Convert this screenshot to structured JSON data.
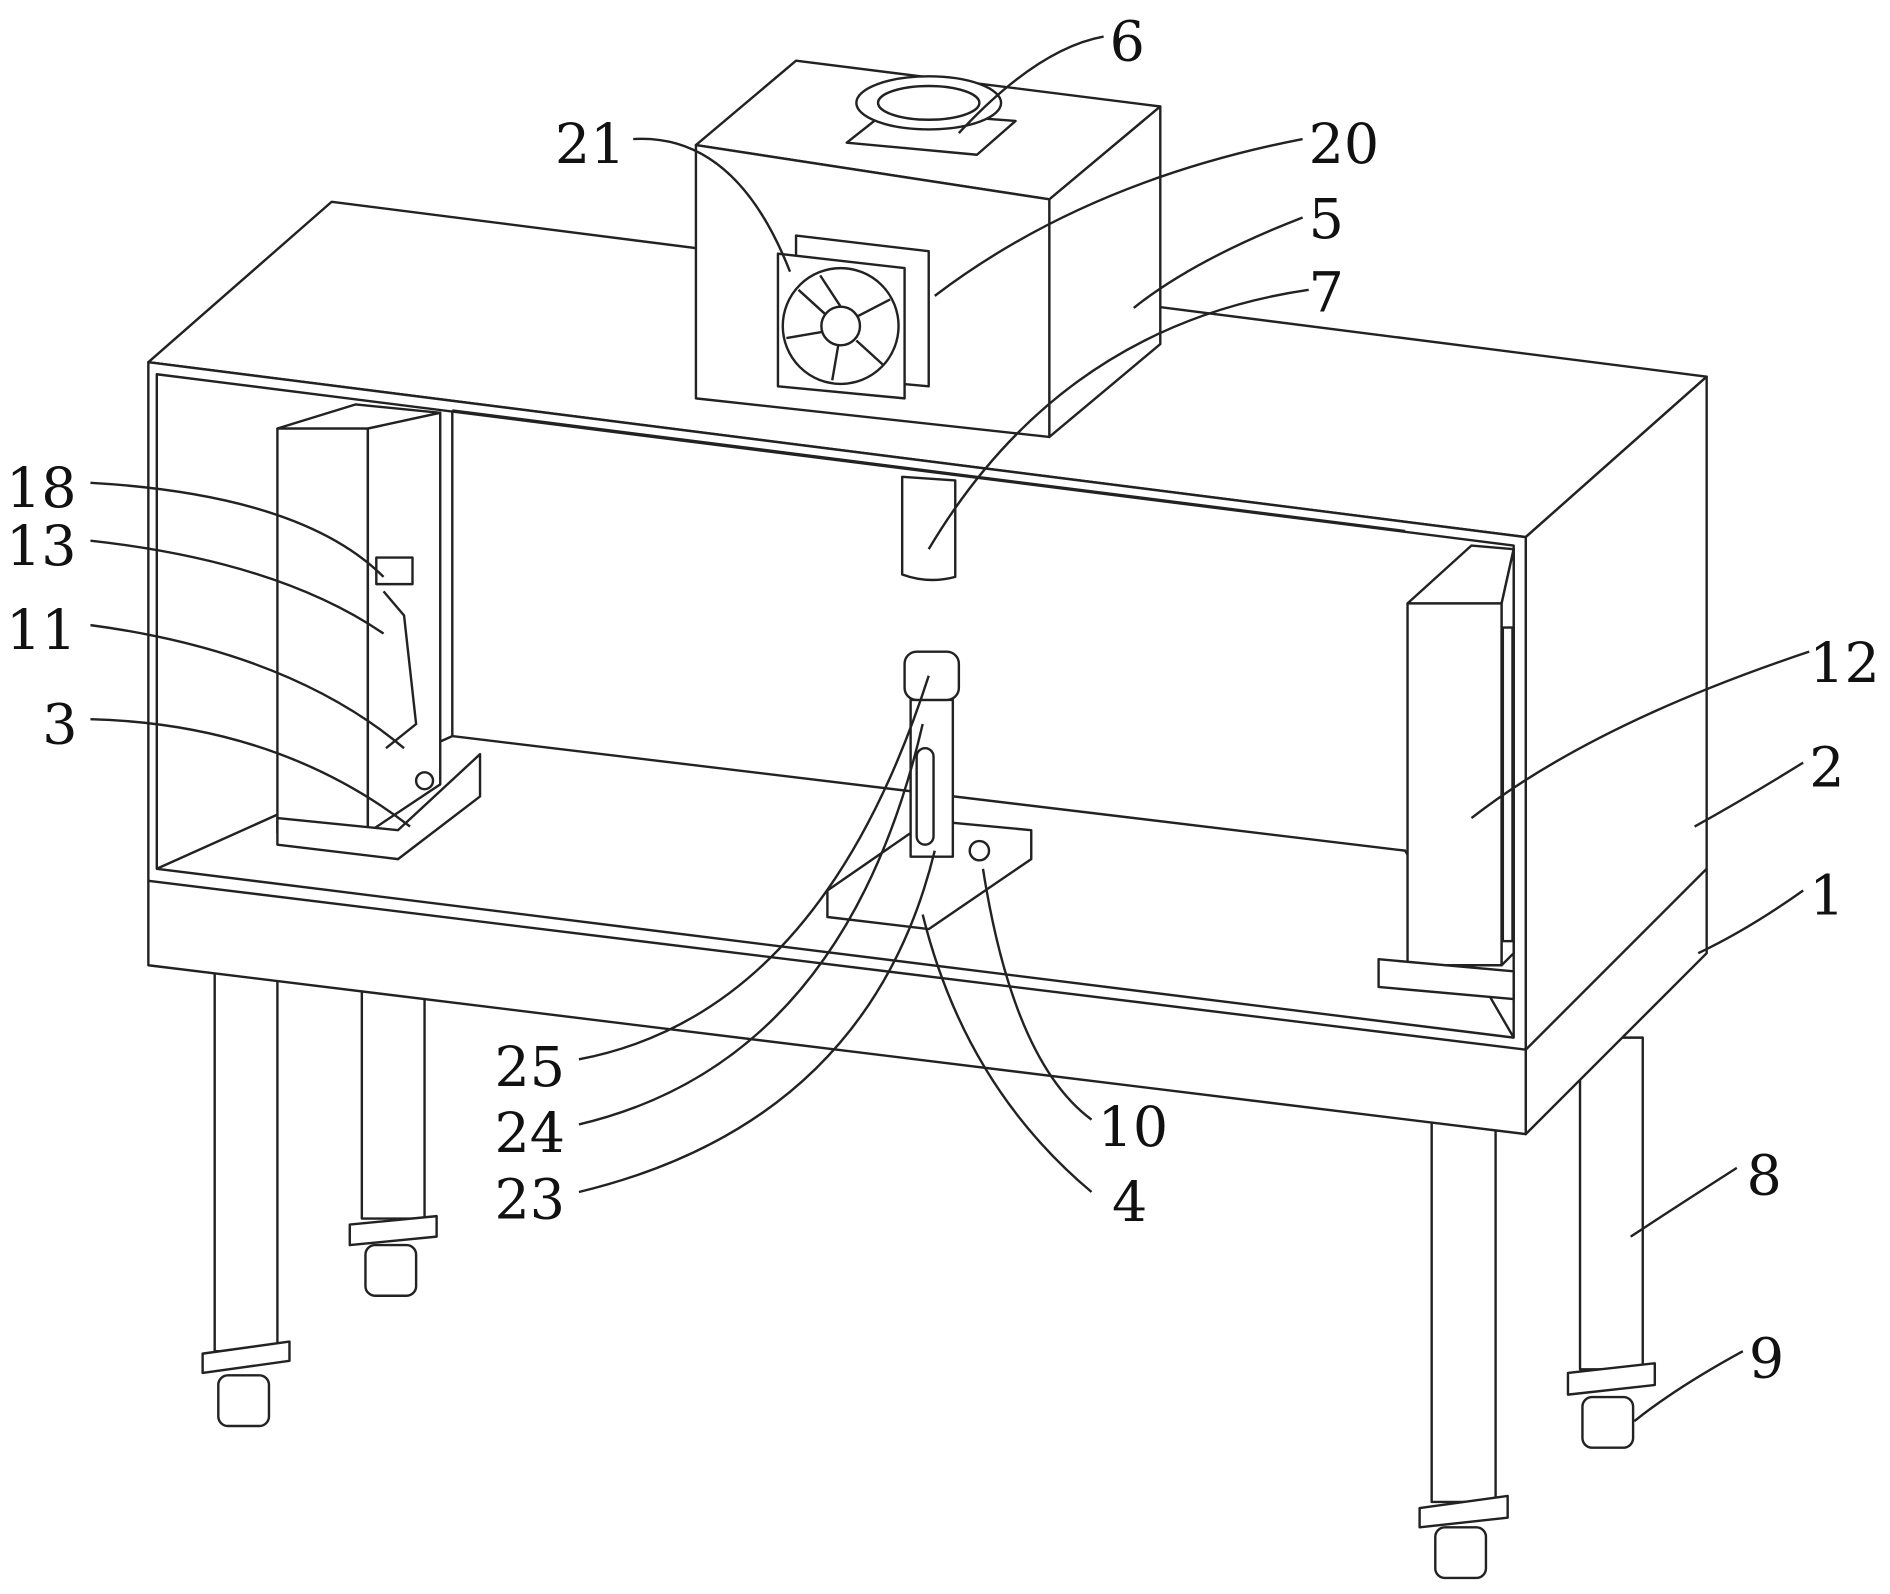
{
  "figure": {
    "labels": {
      "l1": "1",
      "l2": "2",
      "l3": "3",
      "l4": "4",
      "l5": "5",
      "l6": "6",
      "l7": "7",
      "l8": "8",
      "l9": "9",
      "l10": "10",
      "l11": "11",
      "l12": "12",
      "l13": "13",
      "l18": "18",
      "l20": "20",
      "l21": "21",
      "l23": "23",
      "l24": "24",
      "l25": "25"
    }
  }
}
